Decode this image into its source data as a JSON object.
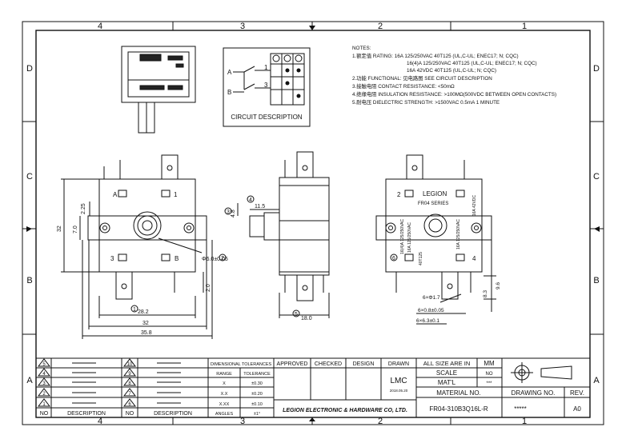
{
  "frame": {
    "columns": [
      "4",
      "3",
      "2",
      "1"
    ],
    "rows": [
      "D",
      "C",
      "B",
      "A"
    ]
  },
  "notes": {
    "heading": "NOTES:",
    "lines": [
      "1.额定值 RATING: 16A 125/250VAC 40T125 (UL,C-UL; ENEC17; N; CQC)",
      "16(4)A 125/250VAC 40T125 (UL,C-UL; ENEC17; N; CQC)",
      "16A 42VDC 40T125 (UL,C-UL; N; CQC)",
      "2.功能 FUNCTIONAL: 见电路图 SEE CIRCUIT DESCRIPTION",
      "3.接触电阻 CONTACT RESISTANCE: <50mΩ",
      "4.绝缘电阻 INSULATION RESISTANCE: >100MΩ(500VDC BETWEEN OPEN CONTACTS)",
      "5.耐电压 DIELECTRIC STRENGTH: >1500VAC 0.5mA 1 MINUTE"
    ]
  },
  "circuit": {
    "title": "CIRCUIT DESCRIPTION",
    "labels": [
      "A",
      "B",
      "1",
      "3"
    ]
  },
  "front_view": {
    "terminals": [
      "A",
      "1",
      "3",
      "B"
    ],
    "dimensions": [
      "2.25",
      "7.0",
      "32",
      "28.2",
      "32",
      "35.8",
      "2.0",
      "Φ6.0±0.05"
    ],
    "balloons": [
      "1",
      "2"
    ]
  },
  "side_view": {
    "dimensions": [
      "11.5",
      "4.8",
      "18.0"
    ],
    "balloons": [
      "4",
      "3",
      "5"
    ]
  },
  "rear_view": {
    "brand": "LEGION",
    "series": "FR04 SERIES",
    "ratings": [
      "16A 125/250VAC",
      "16A 42VDC",
      "16(4)A 125/250VAC",
      "16A 125/250VAC"
    ],
    "terminal_numbers": [
      "2",
      "4"
    ],
    "code": "40T125",
    "dimensions": [
      "6×Φ1.7",
      "6×0.8±0.05",
      "6×6.3±0.1",
      "8.3",
      "9.6"
    ],
    "balloons": [
      "6"
    ]
  },
  "revision_table": {
    "left_numbers": [
      "5",
      "4",
      "3",
      "2",
      "1"
    ],
    "right_numbers": [
      "10",
      "9",
      "8",
      "7",
      "6"
    ],
    "footer": [
      "NO",
      "DESCRIPTION",
      "NO",
      "DESCRIPTION"
    ]
  },
  "tolerances": {
    "title": "DIMENSIONAL TOLERANCES",
    "range_header": "RANGE",
    "tolerance_header": "TOLERANCE",
    "rows": [
      [
        "X",
        "±0.30"
      ],
      [
        "X.X",
        "±0.20"
      ],
      [
        "X.XX",
        "±0.10"
      ],
      [
        "ANGLES",
        "±1°"
      ]
    ]
  },
  "signoff": {
    "headers": [
      "APPROVED",
      "CHECKED",
      "DESIGN",
      "DRAWN"
    ],
    "drawn_by": "LMC",
    "date": "2018.05.20",
    "company": "LEGION ELECTRONIC & HARDWARE CO, LTD."
  },
  "info": {
    "all_size_label": "ALL SIZE ARE IN",
    "unit": "MM",
    "scale_label": "SCALE",
    "scale_value": "NO",
    "matl_label": "MAT'L",
    "matl_value": "***",
    "material_no_label": "MATERIAL NO.",
    "material_no": "FR04-310B3Q16L-R",
    "drawing_no_label": "DRAWING NO.",
    "drawing_no": "*****",
    "rev_label": "REV.",
    "rev": "A0"
  }
}
